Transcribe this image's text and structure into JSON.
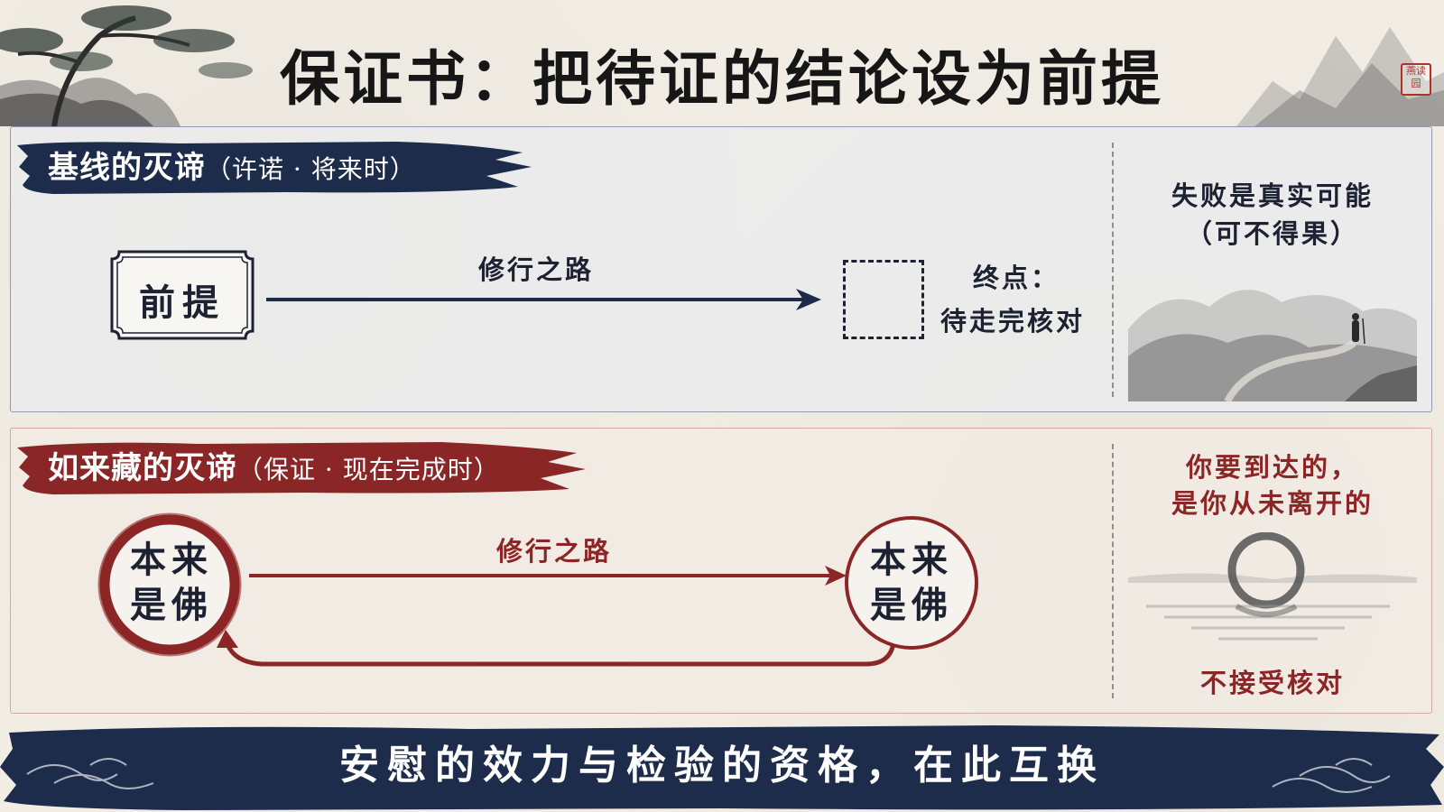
{
  "title": "保证书：把待证的结论设为前提",
  "seal_text": "燕读\n园",
  "top": {
    "ribbon_main": "基线的灭谛",
    "ribbon_sub": "（许诺 · 将来时）",
    "premise": "前提",
    "path_label": "修行之路",
    "end_label_1": "终点：",
    "end_label_2": "待走完核对",
    "side_line_1": "失败是真实可能",
    "side_line_2": "（可不得果）"
  },
  "bottom": {
    "ribbon_main": "如来藏的灭谛",
    "ribbon_sub": "（保证 · 现在完成时）",
    "start_line_1": "本来",
    "start_line_2": "是佛",
    "path_label": "修行之路",
    "end_line_1": "本来",
    "end_line_2": "是佛",
    "side_line_1": "你要到达的，",
    "side_line_2": "是你从未离开的",
    "side_line_3": "不接受核对"
  },
  "footer": "安慰的效力与检验的资格，在此互换",
  "colors": {
    "navy": "#1d2a4a",
    "crimson": "#8c2525",
    "ink": "#1d2233"
  }
}
